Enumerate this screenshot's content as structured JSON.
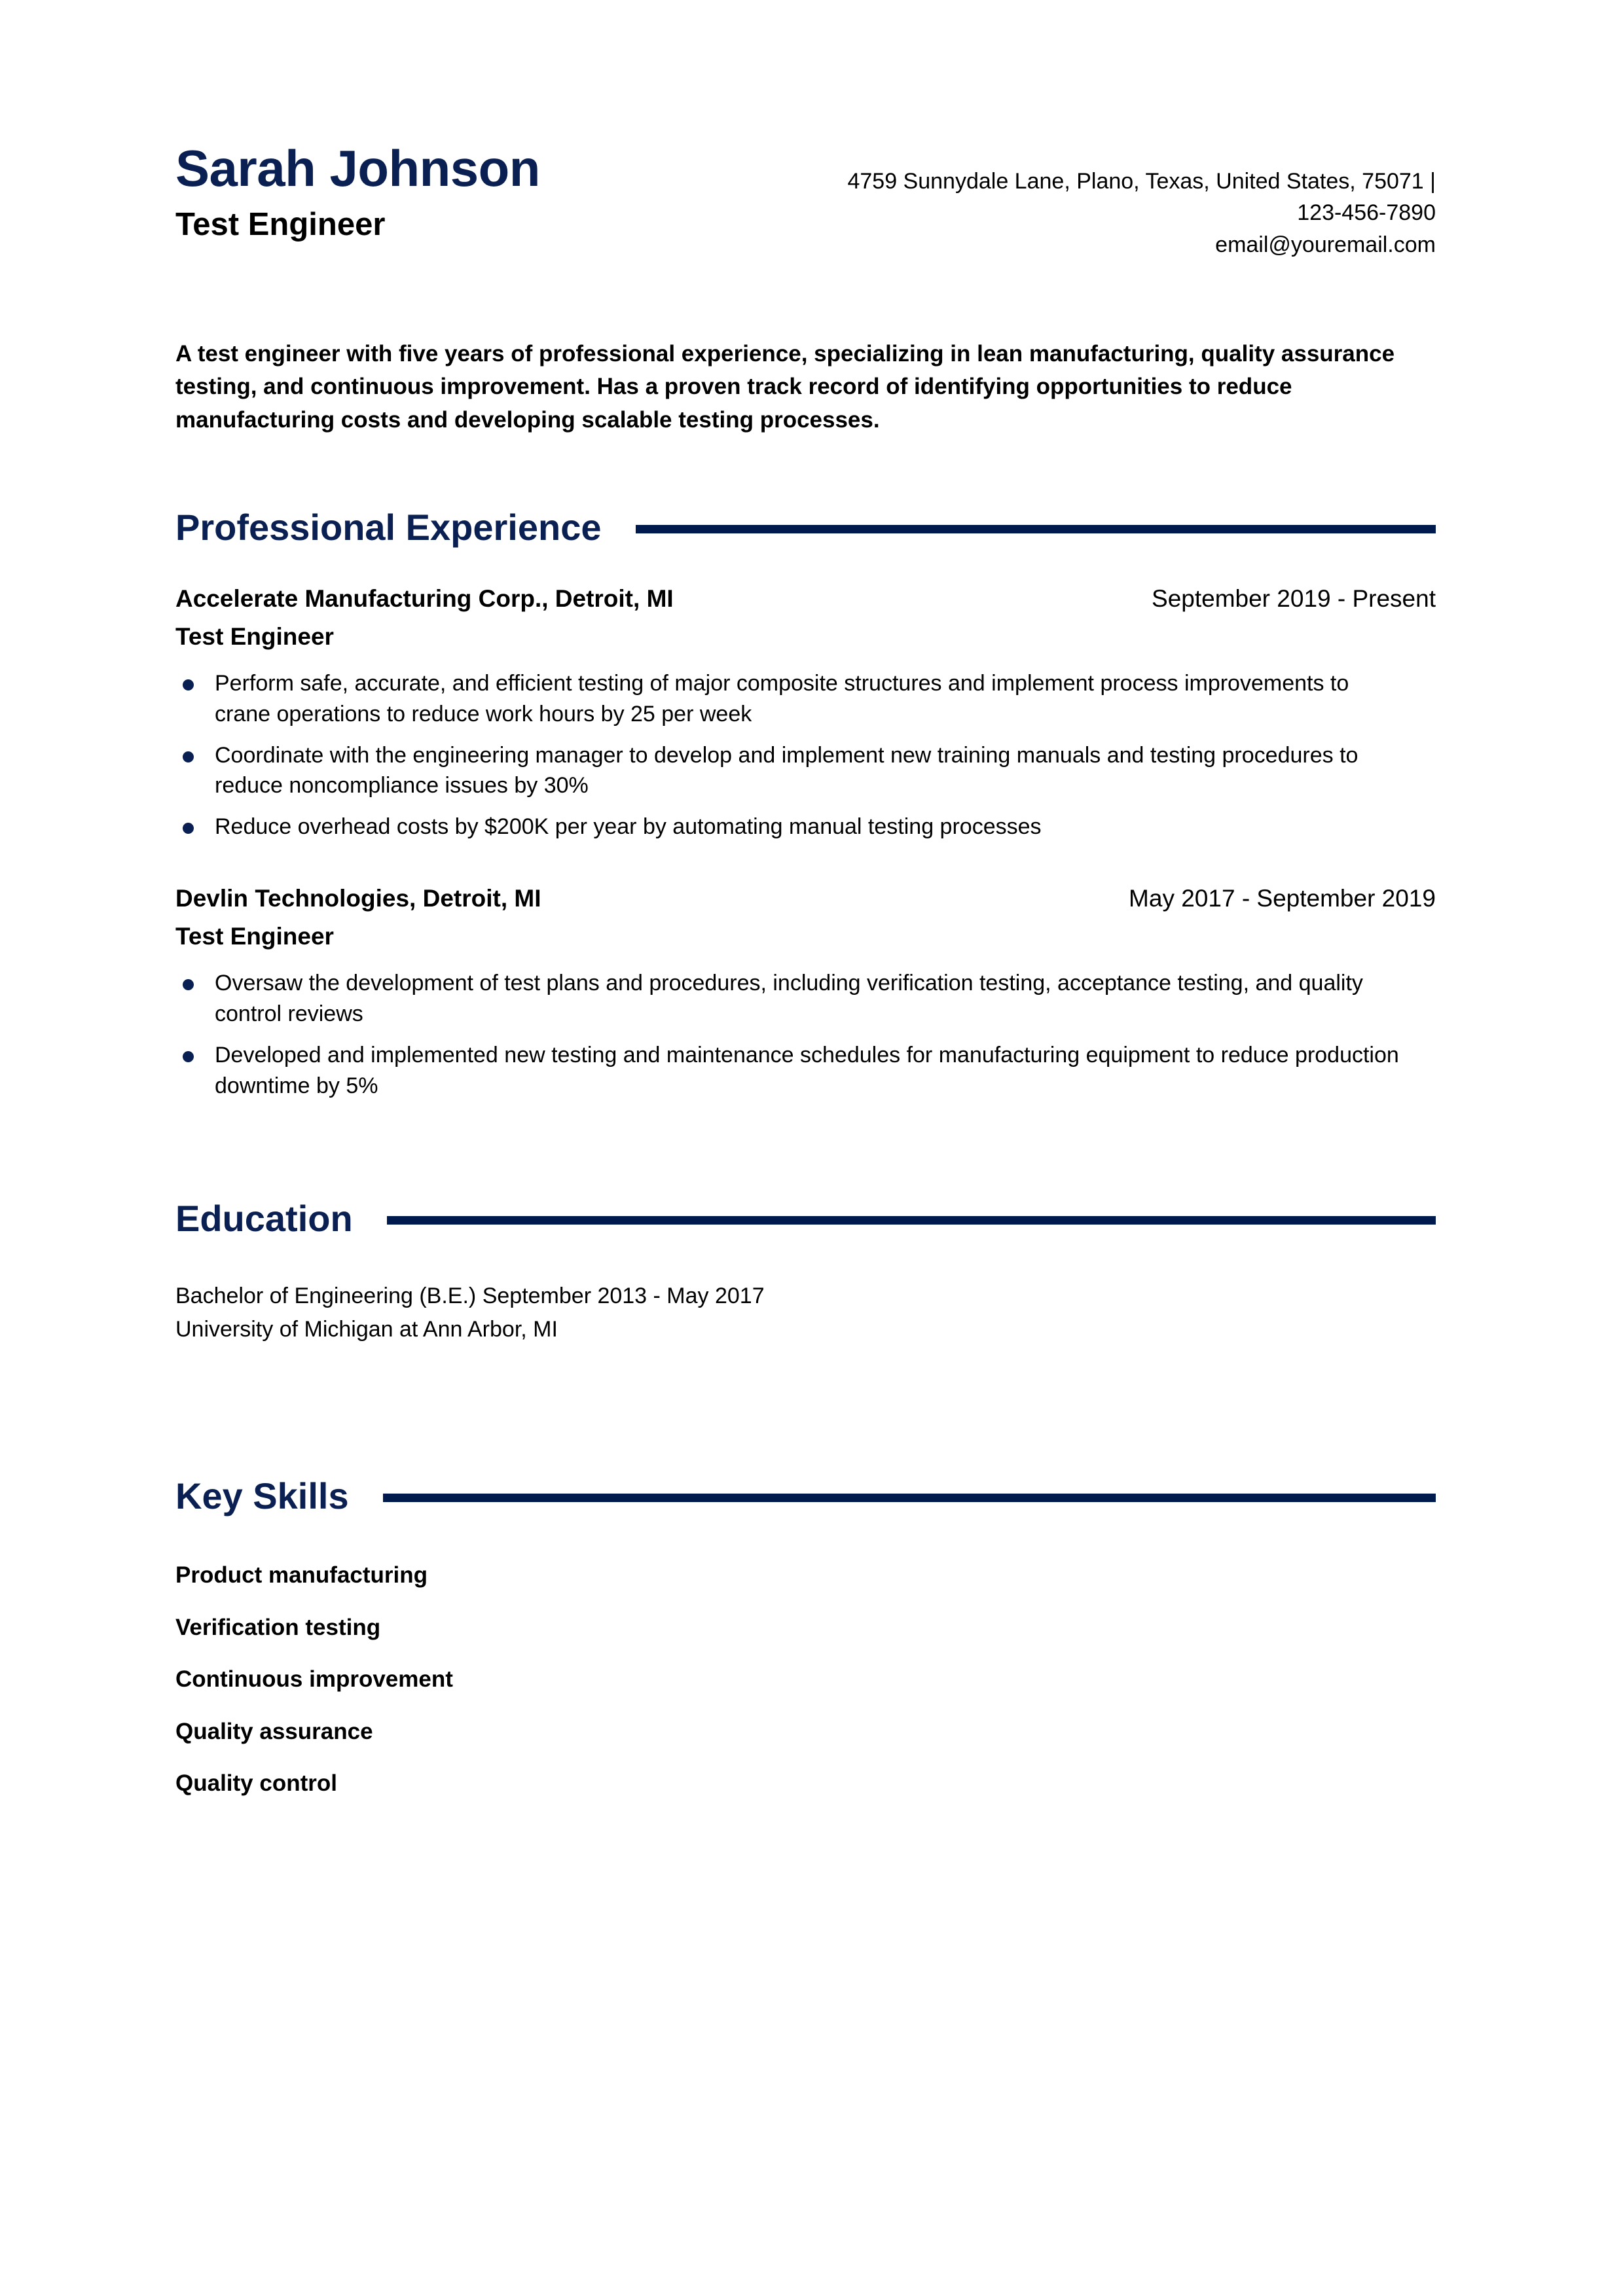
{
  "header": {
    "name": "Sarah Johnson",
    "job_title": "Test Engineer",
    "contact": {
      "address_line": "4759 Sunnydale Lane, Plano, Texas, United States, 75071 |",
      "phone": "123-456-7890",
      "email": "email@youremail.com"
    }
  },
  "summary": "A test engineer with five years of professional experience, specializing in lean manufacturing, quality assurance testing, and continuous improvement. Has a proven track record of identifying opportunities to reduce manufacturing costs and developing scalable testing processes.",
  "sections": {
    "experience": {
      "title": "Professional Experience",
      "jobs": [
        {
          "company": "Accelerate Manufacturing Corp., Detroit, MI",
          "dates": "September 2019 - Present",
          "role": "Test Engineer",
          "bullets": [
            "Perform safe, accurate, and efficient testing of major composite structures and implement process improvements to crane operations to reduce work hours by 25 per week",
            "Coordinate with the engineering manager to develop and implement new training manuals and testing procedures to reduce noncompliance issues by 30%",
            "Reduce overhead costs by $200K per year by automating manual testing processes"
          ]
        },
        {
          "company": "Devlin Technologies, Detroit, MI",
          "dates": "May 2017 - September 2019",
          "role": "Test Engineer",
          "bullets": [
            "Oversaw the development of test plans and procedures, including verification testing, acceptance testing, and quality control reviews",
            "Developed and implemented new testing and maintenance schedules for manufacturing equipment to reduce production downtime by 5%"
          ]
        }
      ]
    },
    "education": {
      "title": "Education",
      "degree_line": "Bachelor of Engineering (B.E.) September 2013 - May 2017",
      "school_line": "University of Michigan at Ann Arbor, MI"
    },
    "skills": {
      "title": "Key Skills",
      "items": [
        "Product manufacturing",
        "Verification testing",
        "Continuous improvement",
        "Quality assurance",
        "Quality control"
      ]
    }
  },
  "colors": {
    "navy_heading": "#0A1F52",
    "navy_rule": "#001A4D",
    "text": "#000000",
    "background": "#FFFFFF"
  }
}
